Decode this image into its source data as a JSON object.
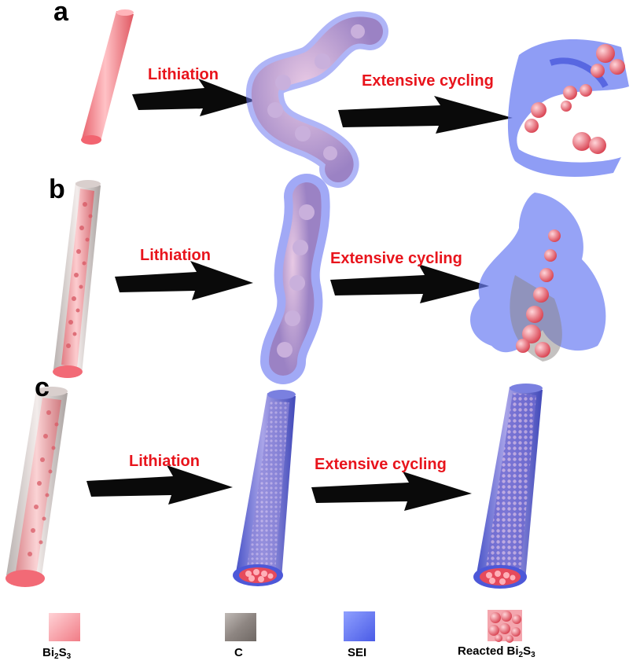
{
  "panels": [
    {
      "letter": "a",
      "step1": "Lithiation",
      "step2": "Extensive cycling"
    },
    {
      "letter": "b",
      "step1": "Lithiation",
      "step2": "Extensive cycling"
    },
    {
      "letter": "c",
      "step1": "Lithiation",
      "step2": "Extensive cycling"
    }
  ],
  "legend": [
    {
      "label_main": "Bi",
      "sub1": "2",
      "mid": "S",
      "sub2": "3",
      "prefix": ""
    },
    {
      "label_main": "C",
      "sub1": "",
      "mid": "",
      "sub2": "",
      "prefix": ""
    },
    {
      "label_main": "SEI",
      "sub1": "",
      "mid": "",
      "sub2": "",
      "prefix": ""
    },
    {
      "label_main": "Bi",
      "sub1": "2",
      "mid": "S",
      "sub2": "3",
      "prefix": "Reacted "
    }
  ],
  "colors": {
    "bi2s3": "#f48a92",
    "carbon": "#8f8a88",
    "sei": "#5c6ef0",
    "reacted": "#e04a5c",
    "label_red": "#e8141c",
    "arrow": "#0a0a0a"
  }
}
